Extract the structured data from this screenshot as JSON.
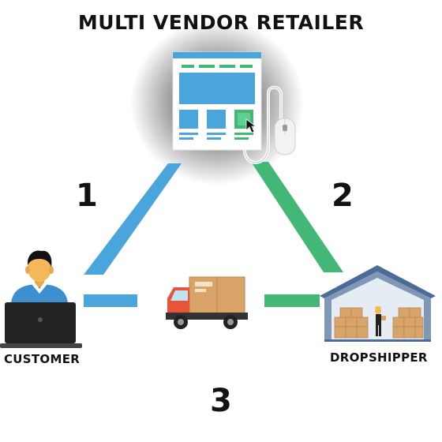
{
  "diagram": {
    "title": "MULTI VENDOR RETAILER",
    "steps": [
      "1",
      "2",
      "3"
    ],
    "nodes": {
      "customer": "CUSTOMER",
      "dropshipper": "DROPSHIPPER"
    }
  },
  "colors": {
    "blue": "#4aa5dc",
    "green": "#43b775",
    "text": "#111111",
    "orange_truck": "#e8543a",
    "box": "#d9a46a"
  },
  "icons": {
    "retailer": "website-with-mouse-icon",
    "customer": "person-at-laptop-icon",
    "truck": "delivery-truck-icon",
    "dropshipper": "warehouse-icon"
  }
}
